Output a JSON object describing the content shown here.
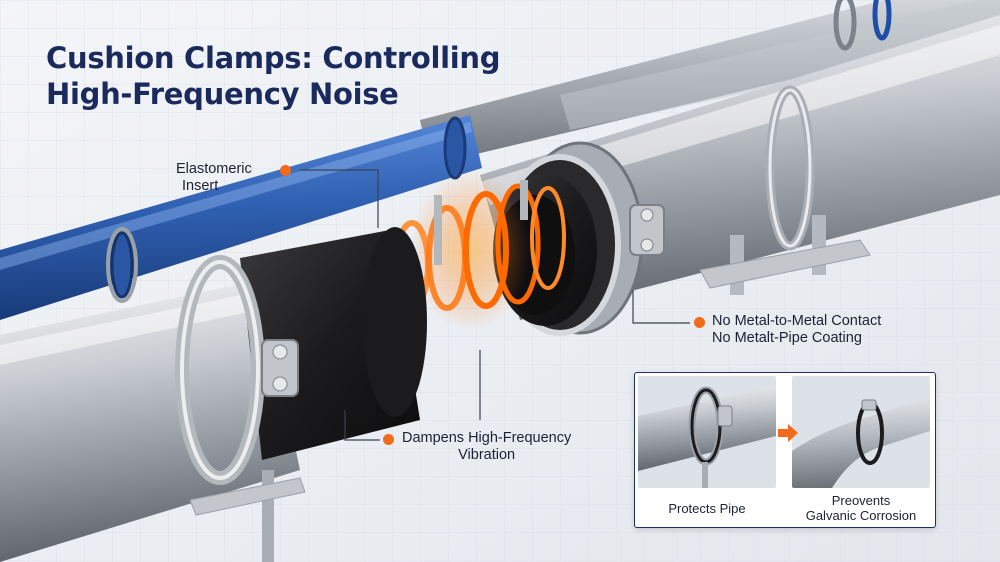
{
  "title": {
    "line1": "Cushion Clamps: Controlling",
    "line2": "High-Frequency Noise"
  },
  "callouts": {
    "elastomeric": {
      "line1": "Elastomeric",
      "line2": "Insert"
    },
    "no_contact": {
      "line1": "No Metal-to-Metal Contact",
      "line2": "No Metalt-Pipe Coating"
    },
    "dampens": {
      "line1": "Dampens High-Frequency",
      "line2": "Vibration"
    }
  },
  "inset": {
    "left_caption": "Protects Pipe",
    "right_caption_line1": "Preovents",
    "right_caption_line2": "Galvanic Corrosion"
  },
  "colors": {
    "title": "#1b2a5c",
    "accent_orange": "#f26a1b",
    "blue_pipe": "#2f5fb0",
    "inset_border": "#22306a"
  },
  "icons": {
    "callout_marker": "orange-dot",
    "inset_arrow": "orange-right-arrow"
  }
}
